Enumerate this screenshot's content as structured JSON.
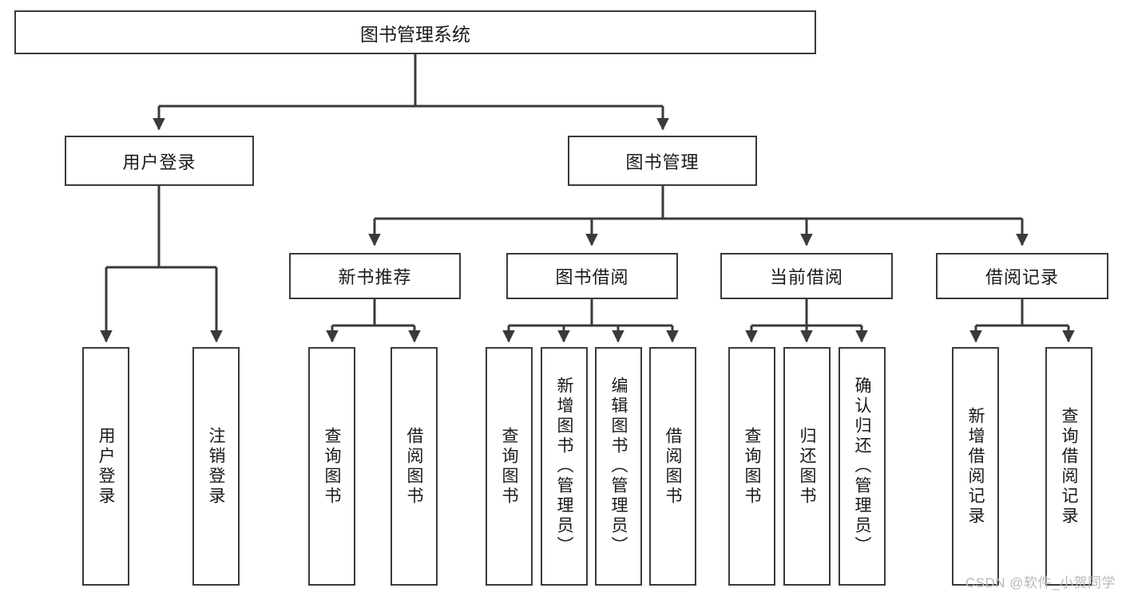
{
  "diagram": {
    "title": "图书管理系统",
    "type": "tree-hierarchy-diagram",
    "colors": {
      "box_border": "#3a3a3a",
      "box_fill": "#ffffff",
      "edge": "#3a3a3a",
      "text": "#1a1a1a",
      "watermark": "#b8b8b8",
      "background": "#ffffff"
    },
    "root": {
      "label": "图书管理系统"
    },
    "level2": [
      {
        "id": "user-login",
        "label": "用户登录"
      },
      {
        "id": "book-management",
        "label": "图书管理"
      }
    ],
    "level3": [
      {
        "id": "new-book-recommend",
        "label": "新书推荐"
      },
      {
        "id": "book-borrow",
        "label": "图书借阅"
      },
      {
        "id": "current-borrow",
        "label": "当前借阅"
      },
      {
        "id": "borrow-record",
        "label": "借阅记录"
      }
    ],
    "leaves": {
      "user_login": [
        {
          "id": "leaf-user-login",
          "label": "用户登录"
        },
        {
          "id": "leaf-logout",
          "label": "注销登录"
        }
      ],
      "new_book_recommend": [
        {
          "id": "leaf-query-book-1",
          "label": "查询图书"
        },
        {
          "id": "leaf-borrow-book-1",
          "label": "借阅图书"
        }
      ],
      "book_borrow": [
        {
          "id": "leaf-query-book-2",
          "label": "查询图书"
        },
        {
          "id": "leaf-add-book",
          "label": "新增图书（管理员）"
        },
        {
          "id": "leaf-edit-book",
          "label": "编辑图书（管理员）"
        },
        {
          "id": "leaf-borrow-book-2",
          "label": "借阅图书"
        }
      ],
      "current_borrow": [
        {
          "id": "leaf-query-book-3",
          "label": "查询图书"
        },
        {
          "id": "leaf-return-book",
          "label": "归还图书"
        },
        {
          "id": "leaf-confirm-return",
          "label": "确认归还（管理员）"
        }
      ],
      "borrow_record": [
        {
          "id": "leaf-add-record",
          "label": "新增借阅记录"
        },
        {
          "id": "leaf-query-record",
          "label": "查询借阅记录"
        }
      ]
    },
    "watermark": "CSDN @软件_小贺同学"
  }
}
